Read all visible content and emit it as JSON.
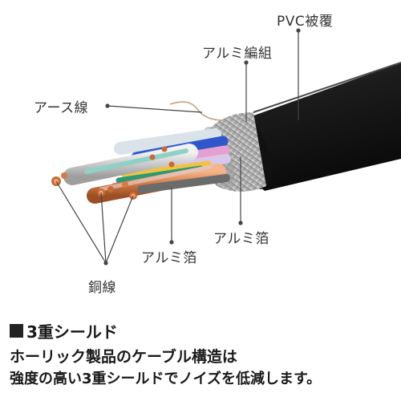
{
  "labels": {
    "pvc_jacket": "PVC被覆",
    "aluminum_braid": "アルミ編組",
    "ground_wire": "アース線",
    "aluminum_foil_right": "アルミ箔",
    "aluminum_foil_bottom": "アルミ箔",
    "copper_wire": "銅線"
  },
  "description": {
    "heading": "3重シールド",
    "line1": "ホーリック製品のケーブル構造は",
    "line2": "強度の高い3重シールドでノイズを低減します。"
  },
  "colors": {
    "jacket": "#1b1b1b",
    "braid": "#c8c8c8",
    "copper": "#d07a45",
    "foil": "#d8d8d8",
    "leader_line": "#444444"
  }
}
